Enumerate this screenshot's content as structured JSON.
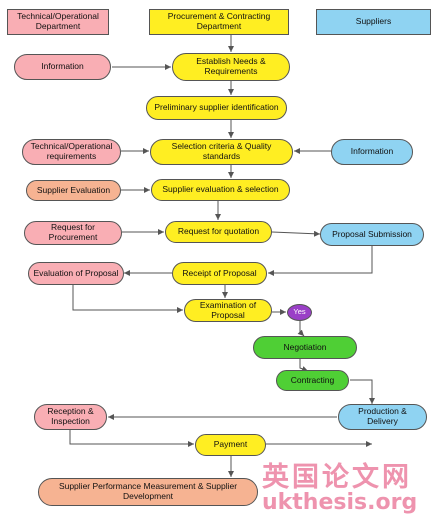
{
  "headers": {
    "technical": "Technical/Operational Department",
    "procurement": "Procurement & Contracting Department",
    "suppliers": "Suppliers"
  },
  "nodes": {
    "information_left": "Information",
    "establish_needs": "Establish Needs & Requirements",
    "preliminary": "Preliminary supplier identification",
    "tech_requirements": "Technical/Operational requirements",
    "selection_criteria": "Selection criteria & Quality standards",
    "information_right": "Information",
    "supplier_evaluation": "Supplier Evaluation",
    "supplier_eval_selection": "Supplier evaluation & selection",
    "request_procurement": "Request for Procurement",
    "request_quotation": "Request for quotation",
    "proposal_submission": "Proposal Submission",
    "evaluation_proposal": "Evaluation of Proposal",
    "receipt_proposal": "Receipt of Proposal",
    "examination_proposal": "Examination of Proposal",
    "yes": "Yes",
    "negotiation": "Negotiation",
    "contracting": "Contracting",
    "reception_inspection": "Reception & Inspection",
    "production_delivery": "Production & Delivery",
    "payment": "Payment",
    "performance": "Supplier Performance Measurement & Supplier Development"
  },
  "watermark": {
    "line1": "英国论文网",
    "line2": "ukthesis.org"
  },
  "colors": {
    "yellow": "#ffee22",
    "pink": "#f9aeb4",
    "blue": "#8fd3f2",
    "green": "#4fcf35",
    "orange": "#f6b392",
    "purple": "#9a3fc7",
    "arrow": "#555555"
  }
}
